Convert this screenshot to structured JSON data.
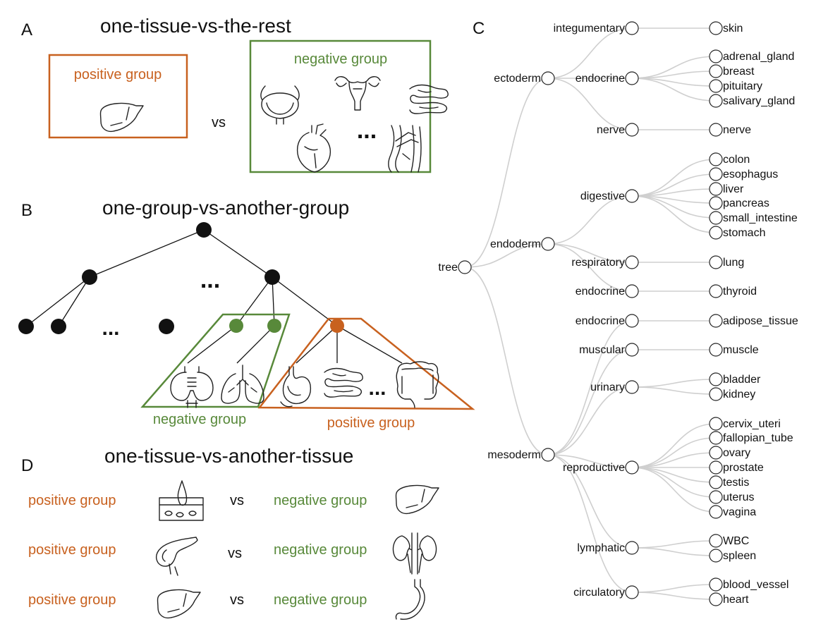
{
  "panels": {
    "a": {
      "letter": "A",
      "title": "one-tissue-vs-the-rest",
      "positive_label": "positive group",
      "negative_label": "negative group",
      "vs": "vs",
      "ellipsis": "..."
    },
    "b": {
      "letter": "B",
      "title": "one-group-vs-another-group",
      "negative_label": "negative group",
      "positive_label": "positive group",
      "ellipsis": "..."
    },
    "c": {
      "letter": "C",
      "root": "tree",
      "germ_layers": [
        "ectoderm",
        "endoderm",
        "mesoderm"
      ],
      "systems": [
        "integumentary",
        "endocrine",
        "nerve",
        "digestive",
        "respiratory",
        "endocrine",
        "endocrine",
        "muscular",
        "urinary",
        "reproductive",
        "lymphatic",
        "circulatory"
      ],
      "tissues": [
        "skin",
        "adrenal_gland",
        "breast",
        "pituitary",
        "salivary_gland",
        "nerve",
        "colon",
        "esophagus",
        "liver",
        "pancreas",
        "small_intestine",
        "stomach",
        "lung",
        "thyroid",
        "adipose_tissue",
        "muscle",
        "bladder",
        "kidney",
        "cervix_uteri",
        "fallopian_tube",
        "ovary",
        "prostate",
        "testis",
        "uterus",
        "vagina",
        "WBC",
        "spleen",
        "blood_vessel",
        "heart"
      ]
    },
    "d": {
      "letter": "D",
      "title": "one-tissue-vs-another-tissue",
      "rows": [
        {
          "positive": "positive group",
          "vs": "vs",
          "negative": "negative group"
        },
        {
          "positive": "positive group",
          "vs": "vs",
          "negative": "negative group"
        },
        {
          "positive": "positive group",
          "vs": "vs",
          "negative": "negative group"
        }
      ]
    }
  },
  "colors": {
    "positive": "#c8611f",
    "negative": "#58893a",
    "edge": "#cfcfcf"
  }
}
